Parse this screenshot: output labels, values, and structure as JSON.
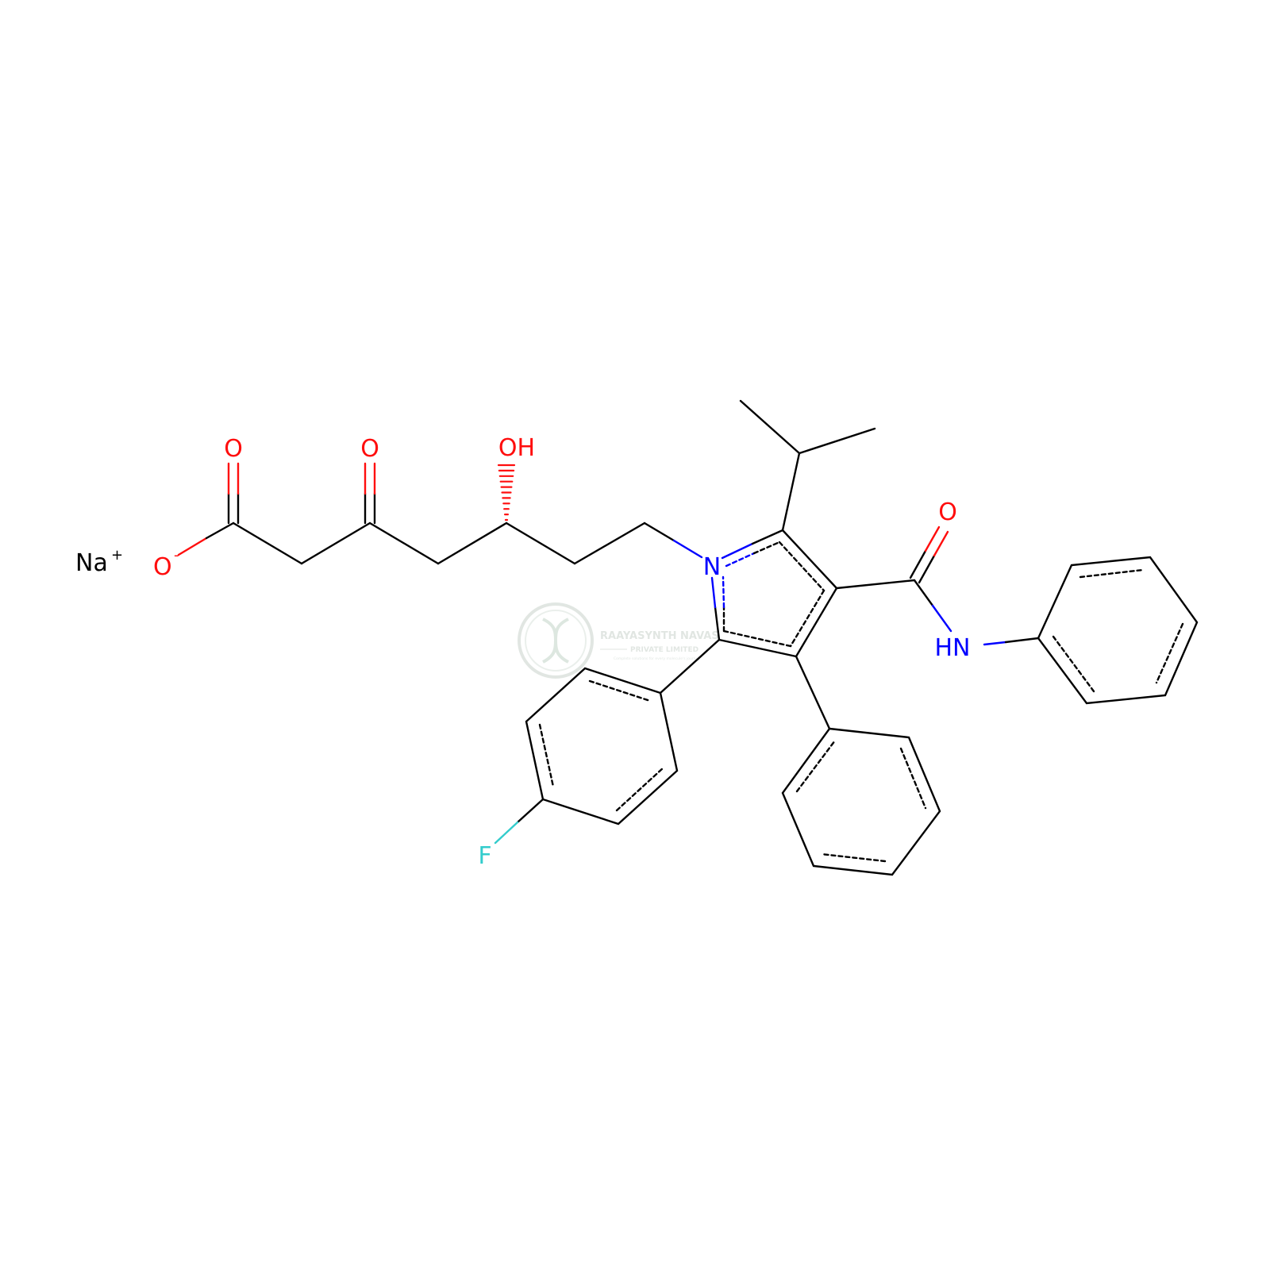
{
  "colors": {
    "carbon": "#000000",
    "oxygen": "#ff0d0d",
    "nitrogen": "#0000ff",
    "fluorine": "#33cccc",
    "watermark": "#c9d3cc"
  },
  "atoms": {
    "sodium": "Na",
    "sodium_charge": "+",
    "oxide": "O",
    "oxide_charge": "-",
    "carbonyl_o1": "O",
    "carbonyl_o2": "O",
    "hydroxyl": "OH",
    "amide_o": "O",
    "amide_nh": "HN",
    "ring_n": "N",
    "fluorine": "F"
  },
  "watermark": {
    "name": "RAAYASYNTH NAVAS",
    "subtitle": "PRIVATE LIMITED",
    "tagline": "Complete solutions for every molecule's journey"
  }
}
